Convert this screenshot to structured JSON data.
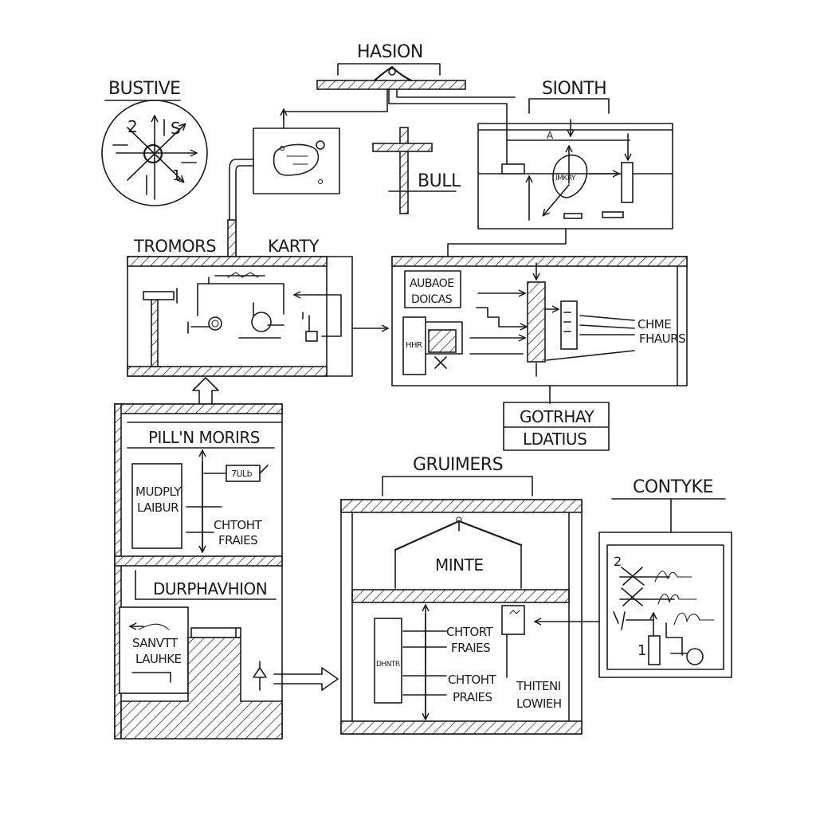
{
  "diagram": {
    "labels": {
      "bustive": "BUSTIVE",
      "hasion": "HASION",
      "sionth": "SIONTH",
      "bull": "BULL",
      "tromors": "TROMORS",
      "karty": "KARTY",
      "aubaoe": "AUBAOE",
      "doicas": "DOICAS",
      "chme": "CHME",
      "fhaurs": "FHAURS",
      "gotrhay": "GOTRHAY",
      "ldatius": "LDATIUS",
      "pilln_morirs": "PILL'N MORIRS",
      "mudply": "MUDPLY",
      "laibur": "LAIBUR",
      "chtoht_frares_1": "CHTOHT",
      "chtoht_frares_1b": "FRAIES",
      "tuly_tag": "7ULb",
      "durphavhion": "DURPHAVHION",
      "sanvtt": "SANVTT",
      "lauhke": "LAUHKE",
      "gruimers": "GRUIMERS",
      "minte": "MINTE",
      "chtort_frares": "CHTORT",
      "chtort_frares_b": "FRAIES",
      "chtoht_praes": "CHTOHT",
      "chtoht_praes_b": "PRAIES",
      "thiteni": "THITENI",
      "lowieh": "LOWIEH",
      "contyke": "CONTYKE",
      "mkry": "IMKRY",
      "num_2": "2",
      "num_s": "S",
      "num_1": "1",
      "num_a": "A",
      "hhhr": "HHR",
      "dhmtr": "DHNTR"
    }
  }
}
